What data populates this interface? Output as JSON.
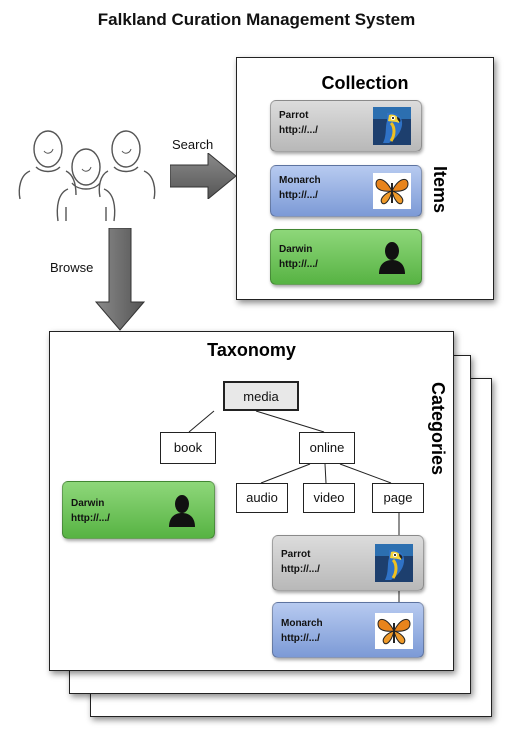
{
  "title": "Falkland Curation Management System",
  "arrows": {
    "search": "Search",
    "browse": "Browse"
  },
  "collection": {
    "title": "Collection",
    "side_label": "Items",
    "cards": [
      {
        "name": "Parrot",
        "url": "http://.../",
        "style": "gray",
        "image": "parrot-image"
      },
      {
        "name": "Monarch",
        "url": "http://.../",
        "style": "blue",
        "image": "butterfly-image"
      },
      {
        "name": "Darwin",
        "url": "http://.../",
        "style": "green",
        "image": "person-silhouette-icon"
      }
    ]
  },
  "taxonomy": {
    "title": "Taxonomy",
    "side_label": "Categories",
    "nodes": {
      "root": "media",
      "book": "book",
      "online": "online",
      "audio": "audio",
      "video": "video",
      "page": "page"
    },
    "cards": [
      {
        "name": "Darwin",
        "url": "http://.../",
        "style": "green",
        "image": "person-silhouette-icon"
      },
      {
        "name": "Parrot",
        "url": "http://.../",
        "style": "gray",
        "image": "parrot-image"
      },
      {
        "name": "Monarch",
        "url": "http://.../",
        "style": "blue",
        "image": "butterfly-image"
      }
    ]
  },
  "colors": {
    "gray_card": "#c8c8c8",
    "blue_card": "#98b0e2",
    "green_card": "#6fc35a",
    "arrow": "#666666"
  }
}
